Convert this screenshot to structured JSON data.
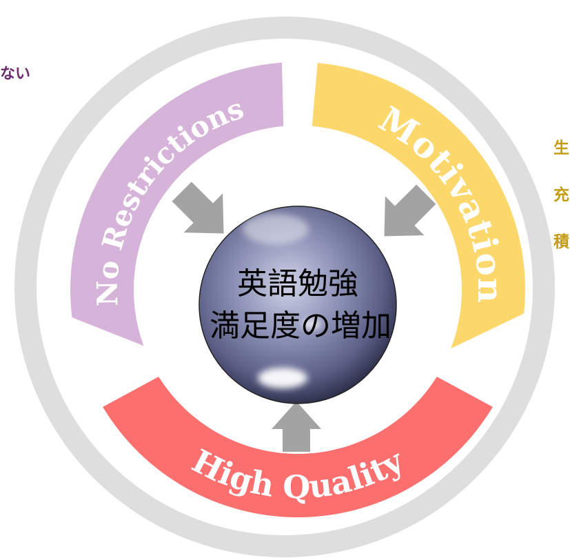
{
  "side_text": {
    "left": "ない",
    "right": [
      "生",
      "充",
      "積"
    ]
  },
  "segments": [
    {
      "label": "No Restrictions",
      "color": "#d6b4d9"
    },
    {
      "label": "Motivation",
      "color": "#fcd76b"
    },
    {
      "label": "High Quality",
      "color": "#fc6f6f"
    }
  ],
  "center": {
    "line1": "英語勉強",
    "line2": "満足度の増加"
  },
  "colors": {
    "ring": "#dedede",
    "arrow": "#a3a3a3",
    "left_text": "#6a2a6c",
    "right_text": "#c49d12",
    "band_text": "#ffffff",
    "sphere_outline": "#222222"
  }
}
